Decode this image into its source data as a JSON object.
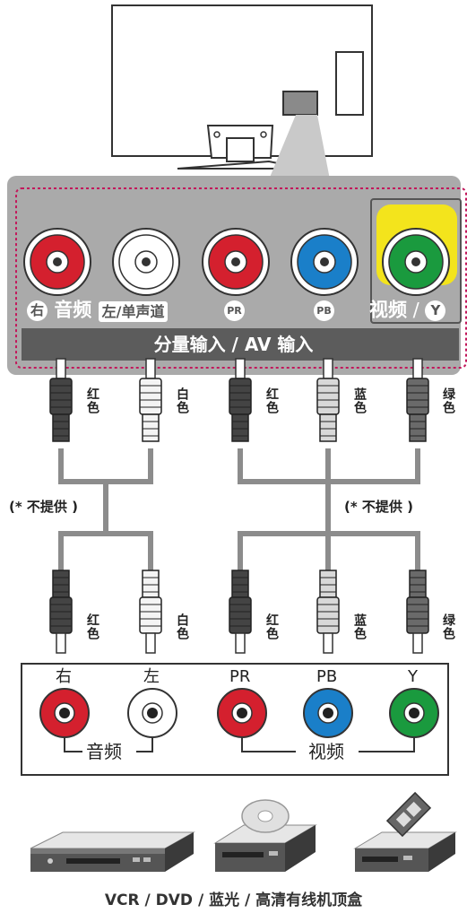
{
  "panel": {
    "title": "分量输入 / AV 输入",
    "audio_right": "右",
    "audio_label": "音频",
    "audio_left": "左/单声道",
    "pr": "PR",
    "pb": "PB",
    "video_label": "视频",
    "video_y": "Y"
  },
  "cables_top": [
    "红色",
    "白色",
    "红色",
    "蓝色",
    "绿色"
  ],
  "not_supplied": "(* 不提供 )",
  "cables_bottom": [
    "红色",
    "白色",
    "红色",
    "蓝色",
    "绿色"
  ],
  "device_jacks": {
    "right": "右",
    "left": "左",
    "pr": "PR",
    "pb": "PB",
    "y": "Y",
    "audio_group": "音频",
    "video_group": "视频"
  },
  "devices_caption": "VCR / DVD / 蓝光 / 高清有线机顶盒",
  "colors": {
    "red": "#d4202e",
    "white": "#ffffff",
    "blue": "#1a7fc9",
    "green": "#1a9a3e",
    "highlight": "#f3e41c",
    "panel_gray": "#a9a9a9",
    "bar_dark": "#5c5c5c",
    "dotted_border": "#c2185b"
  }
}
